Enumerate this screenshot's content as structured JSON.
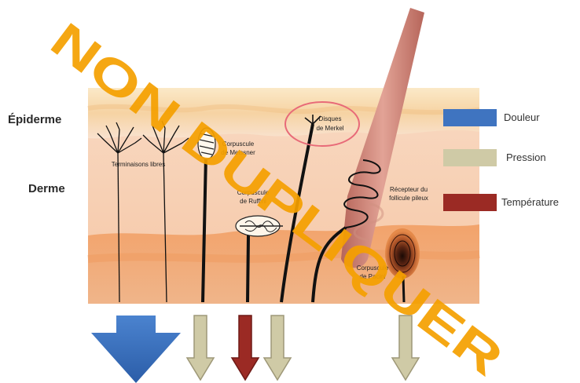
{
  "layers": {
    "epidermis": "Épiderme",
    "dermis": "Derme"
  },
  "receptors": {
    "free_endings": "Terminaisons libres",
    "meissner_1": "Corpuscule",
    "meissner_2": "de Meissner",
    "merkel_1": "Disques",
    "merkel_2": "de Merkel",
    "ruffini_1": "Corpuscule",
    "ruffini_2": "de Ruffini",
    "hair_1": "Récepteur du",
    "hair_2": "follicule pileux",
    "pacini_1": "Corpuscule",
    "pacini_2": "de Pacini"
  },
  "legend": [
    {
      "label": "Douleur",
      "color": "#3f74c0"
    },
    {
      "label": "Pression",
      "color": "#cfcaa6"
    },
    {
      "label": "Température",
      "color": "#9b2a24"
    }
  ],
  "watermark": "NON DUPLIQUER"
}
